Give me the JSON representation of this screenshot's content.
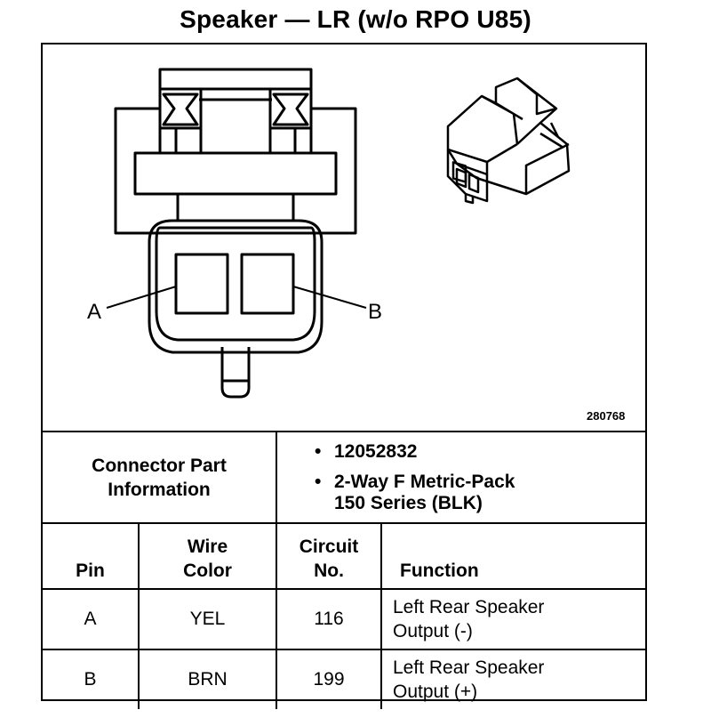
{
  "title": "Speaker — LR (w/o RPO U85)",
  "diagram": {
    "drawing_number": "280768",
    "pin_label_a": "A",
    "pin_label_b": "B"
  },
  "connector_info": {
    "label_line1": "Connector Part",
    "label_line2": "Information",
    "part_number": "12052832",
    "description_line1": "2-Way F Metric-Pack",
    "description_line2": "150 Series (BLK)"
  },
  "pin_table": {
    "headers": {
      "pin": "Pin",
      "wire_color_line1": "Wire",
      "wire_color_line2": "Color",
      "circuit_line1": "Circuit",
      "circuit_line2": "No.",
      "function": "Function"
    },
    "rows": [
      {
        "pin": "A",
        "wire_color": "YEL",
        "circuit": "116",
        "function_line1": "Left Rear Speaker",
        "function_line2": "Output (-)"
      },
      {
        "pin": "B",
        "wire_color": "BRN",
        "circuit": "199",
        "function_line1": "Left Rear Speaker",
        "function_line2": "Output (+)"
      }
    ]
  }
}
